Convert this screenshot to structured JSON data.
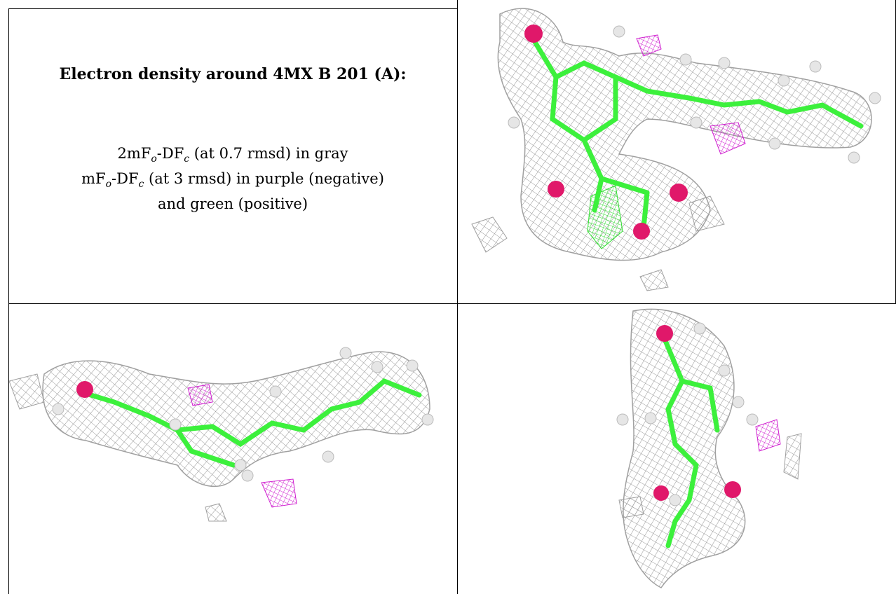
{
  "title": "Electron density around 4MX B 201 (A):",
  "legend": {
    "line1_a": "2mF",
    "line1_sub1": "o",
    "line1_b": "-DF",
    "line1_sub2": "c",
    "line1_c": " (at 0.7 rmsd) in gray",
    "line2_a": "mF",
    "line2_sub1": "o",
    "line2_b": "-DF",
    "line2_sub2": "c",
    "line2_c": " (at 3 rmsd) in purple (negative)",
    "line3": "and green (positive)"
  },
  "colors": {
    "mesh": "#a8a8a8",
    "carbon": "#3cf03c",
    "oxygen": "#e0186a",
    "hydrogen": "#e6e6e6",
    "negative": "#d020d0"
  },
  "panels": [
    "view-top-right",
    "view-bottom-left",
    "view-bottom-right"
  ]
}
